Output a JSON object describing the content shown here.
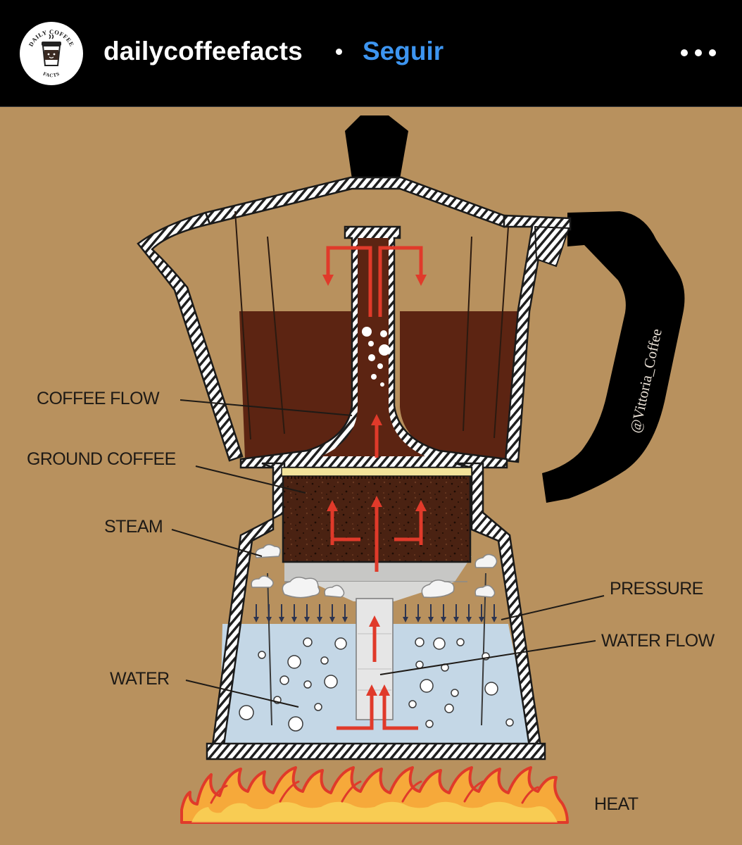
{
  "header": {
    "avatar": {
      "badge_top": "DAILY COFFEE",
      "badge_bottom": "FACTS",
      "icon": "coffee-cup-icon"
    },
    "username": "dailycoffeefacts",
    "separator": "•",
    "follow_label": "Seguir",
    "more_icon": "more-options-icon"
  },
  "diagram": {
    "watermark": "@Vittoria_Coffee",
    "labels": {
      "coffee_flow": "COFFEE FLOW",
      "ground_coffee": "GROUND COFFEE",
      "steam": "STEAM",
      "pressure": "PRESSURE",
      "water_flow": "WATER FLOW",
      "water": "WATER",
      "heat": "HEAT"
    }
  },
  "colors": {
    "background": "#b8915e",
    "header": "#000000",
    "follow": "#3d95f0",
    "coffee": "#5c2412",
    "water": "#c4d7e6",
    "arrow": "#e03a2a",
    "handle": "#000000"
  }
}
